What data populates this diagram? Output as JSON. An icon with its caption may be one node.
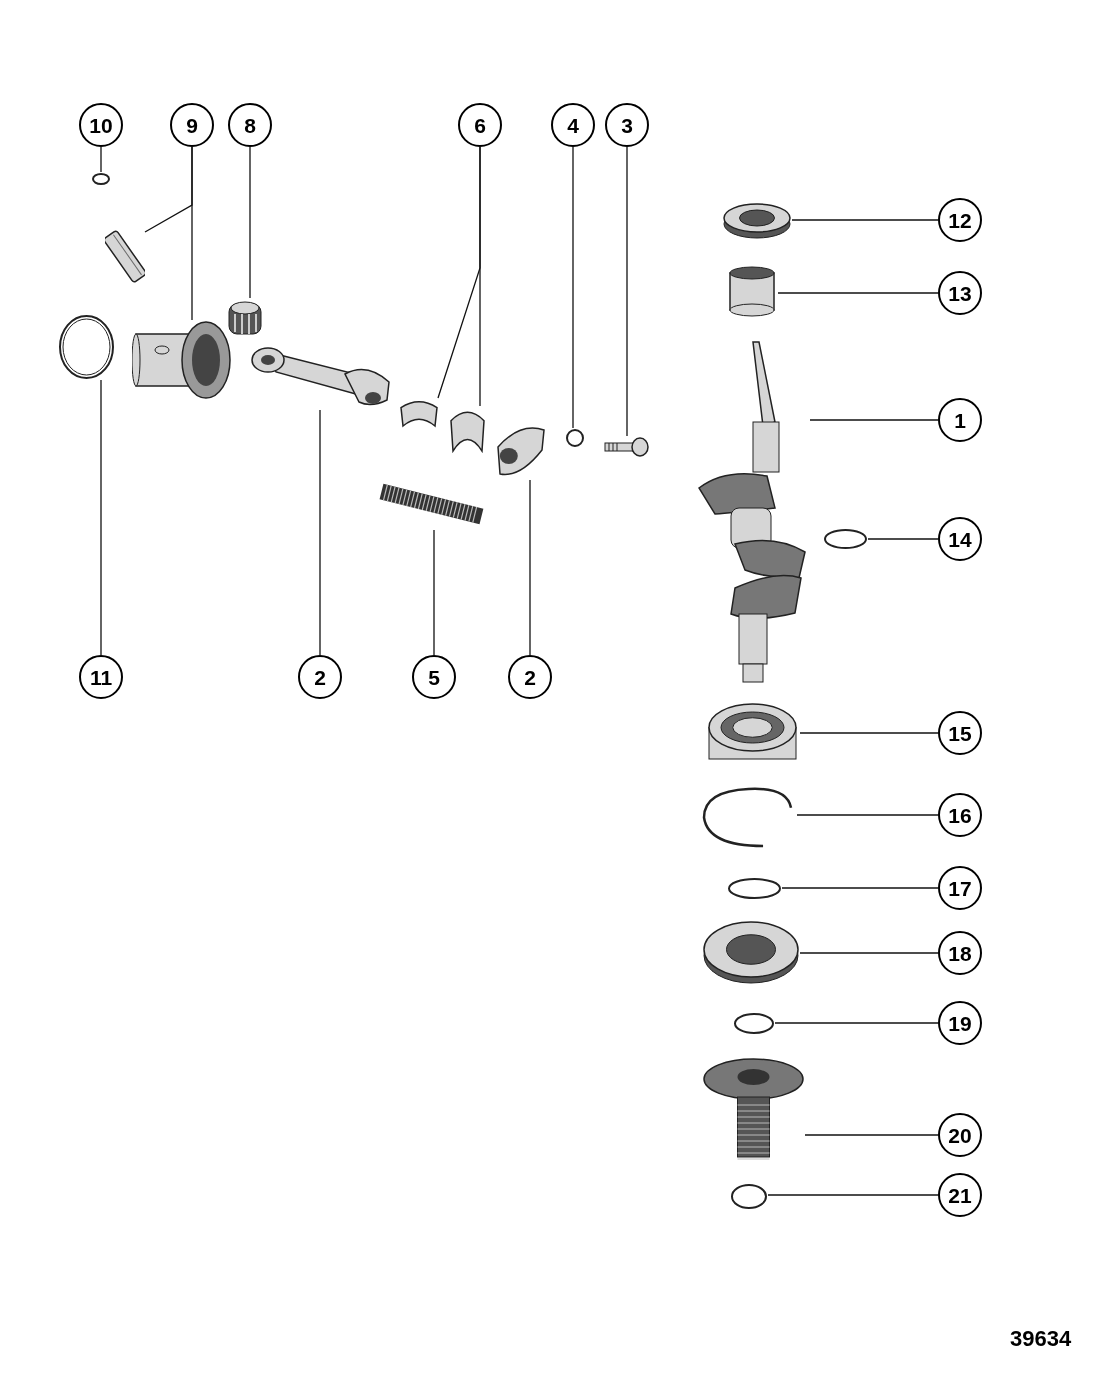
{
  "diagram": {
    "nodes": [
      {
        "text": [
          "10"
        ]
      },
      {
        "text": [
          "9"
        ]
      },
      {
        "text": [
          "8"
        ]
      },
      {
        "text": [
          "6"
        ]
      },
      {
        "text": [
          "4"
        ]
      },
      {
        "text": [
          "3"
        ]
      },
      {
        "text": [
          "12"
        ]
      },
      {
        "text": [
          "13"
        ]
      },
      {
        "text": [
          "1"
        ]
      },
      {
        "text": [
          "14"
        ]
      },
      {
        "text": [
          "11"
        ]
      },
      {
        "text": [
          "2"
        ]
      },
      {
        "text": [
          "5"
        ]
      },
      {
        "text": [
          "2"
        ]
      },
      {
        "text": [
          "15"
        ]
      },
      {
        "text": [
          "16"
        ]
      },
      {
        "text": [
          "17"
        ]
      },
      {
        "text": [
          "18"
        ]
      },
      {
        "text": [
          "19"
        ]
      },
      {
        "text": [
          "20"
        ]
      },
      {
        "text": [
          "21"
        ]
      },
      {
        "text": [],
        "shape": "circle"
      },
      {
        "text": [],
        "shape": "picture"
      },
      {
        "text": [],
        "shape": "picture"
      },
      {
        "text": [],
        "shape": "picture"
      },
      {
        "text": [],
        "shape": "picture"
      },
      {
        "text": [],
        "shape": "picture"
      },
      {
        "text": [],
        "shape": "picture"
      },
      {
        "text": [],
        "shape": "picture"
      },
      {
        "text": [],
        "shape": "picture"
      },
      {
        "text": [],
        "shape": "picture"
      },
      {
        "text": [],
        "shape": "circle"
      },
      {
        "text": [],
        "shape": "picture"
      },
      {
        "text": [],
        "shape": "picture"
      },
      {
        "text": [],
        "shape": "cylinder"
      },
      {
        "text": [],
        "shape": "picture"
      },
      {
        "text": [],
        "shape": "circle"
      },
      {
        "text": [],
        "shape": "picture"
      },
      {
        "text": [],
        "shape": "picture"
      },
      {
        "text": [],
        "shape": "circle"
      },
      {
        "text": [],
        "shape": "picture"
      },
      {
        "text": [],
        "shape": "circle"
      },
      {
        "text": [],
        "shape": "picture"
      },
      {
        "text": [],
        "shape": "circle"
      }
    ],
    "edges": [
      {
        "from": 0,
        "to": 21,
        "arrow": "none"
      },
      {
        "from": 1,
        "to": 22,
        "arrow": "none"
      },
      {
        "from": 1,
        "to": 23,
        "arrow": "none"
      },
      {
        "from": 2,
        "to": 24,
        "arrow": "none"
      },
      {
        "from": 3,
        "to": 27,
        "arrow": "none"
      },
      {
        "from": 3,
        "to": 28,
        "arrow": "none"
      },
      {
        "from": 4,
        "to": 31,
        "arrow": "none"
      },
      {
        "from": 5,
        "to": 32,
        "arrow": "none"
      },
      {
        "from": 6,
        "to": 33,
        "arrow": "none"
      },
      {
        "from": 7,
        "to": 34,
        "arrow": "none"
      },
      {
        "from": 8,
        "to": 35,
        "arrow": "none"
      },
      {
        "from": 9,
        "to": 36,
        "arrow": "none"
      },
      {
        "from": 10,
        "to": 25,
        "arrow": "none"
      },
      {
        "from": 11,
        "to": 26,
        "arrow": "none"
      },
      {
        "from": 12,
        "to": 30,
        "arrow": "none"
      },
      {
        "from": 13,
        "to": 29,
        "arrow": "none"
      },
      {
        "from": 14,
        "to": 37,
        "arrow": "none"
      },
      {
        "from": 15,
        "to": 38,
        "arrow": "none"
      },
      {
        "from": 16,
        "to": 39,
        "arrow": "none"
      },
      {
        "from": 17,
        "to": 40,
        "arrow": "none"
      },
      {
        "from": 18,
        "to": 41,
        "arrow": "none"
      },
      {
        "from": 19,
        "to": 42,
        "arrow": "none"
      },
      {
        "from": 20,
        "to": 43,
        "arrow": "none"
      }
    ],
    "labels": [
      "39634"
    ]
  }
}
